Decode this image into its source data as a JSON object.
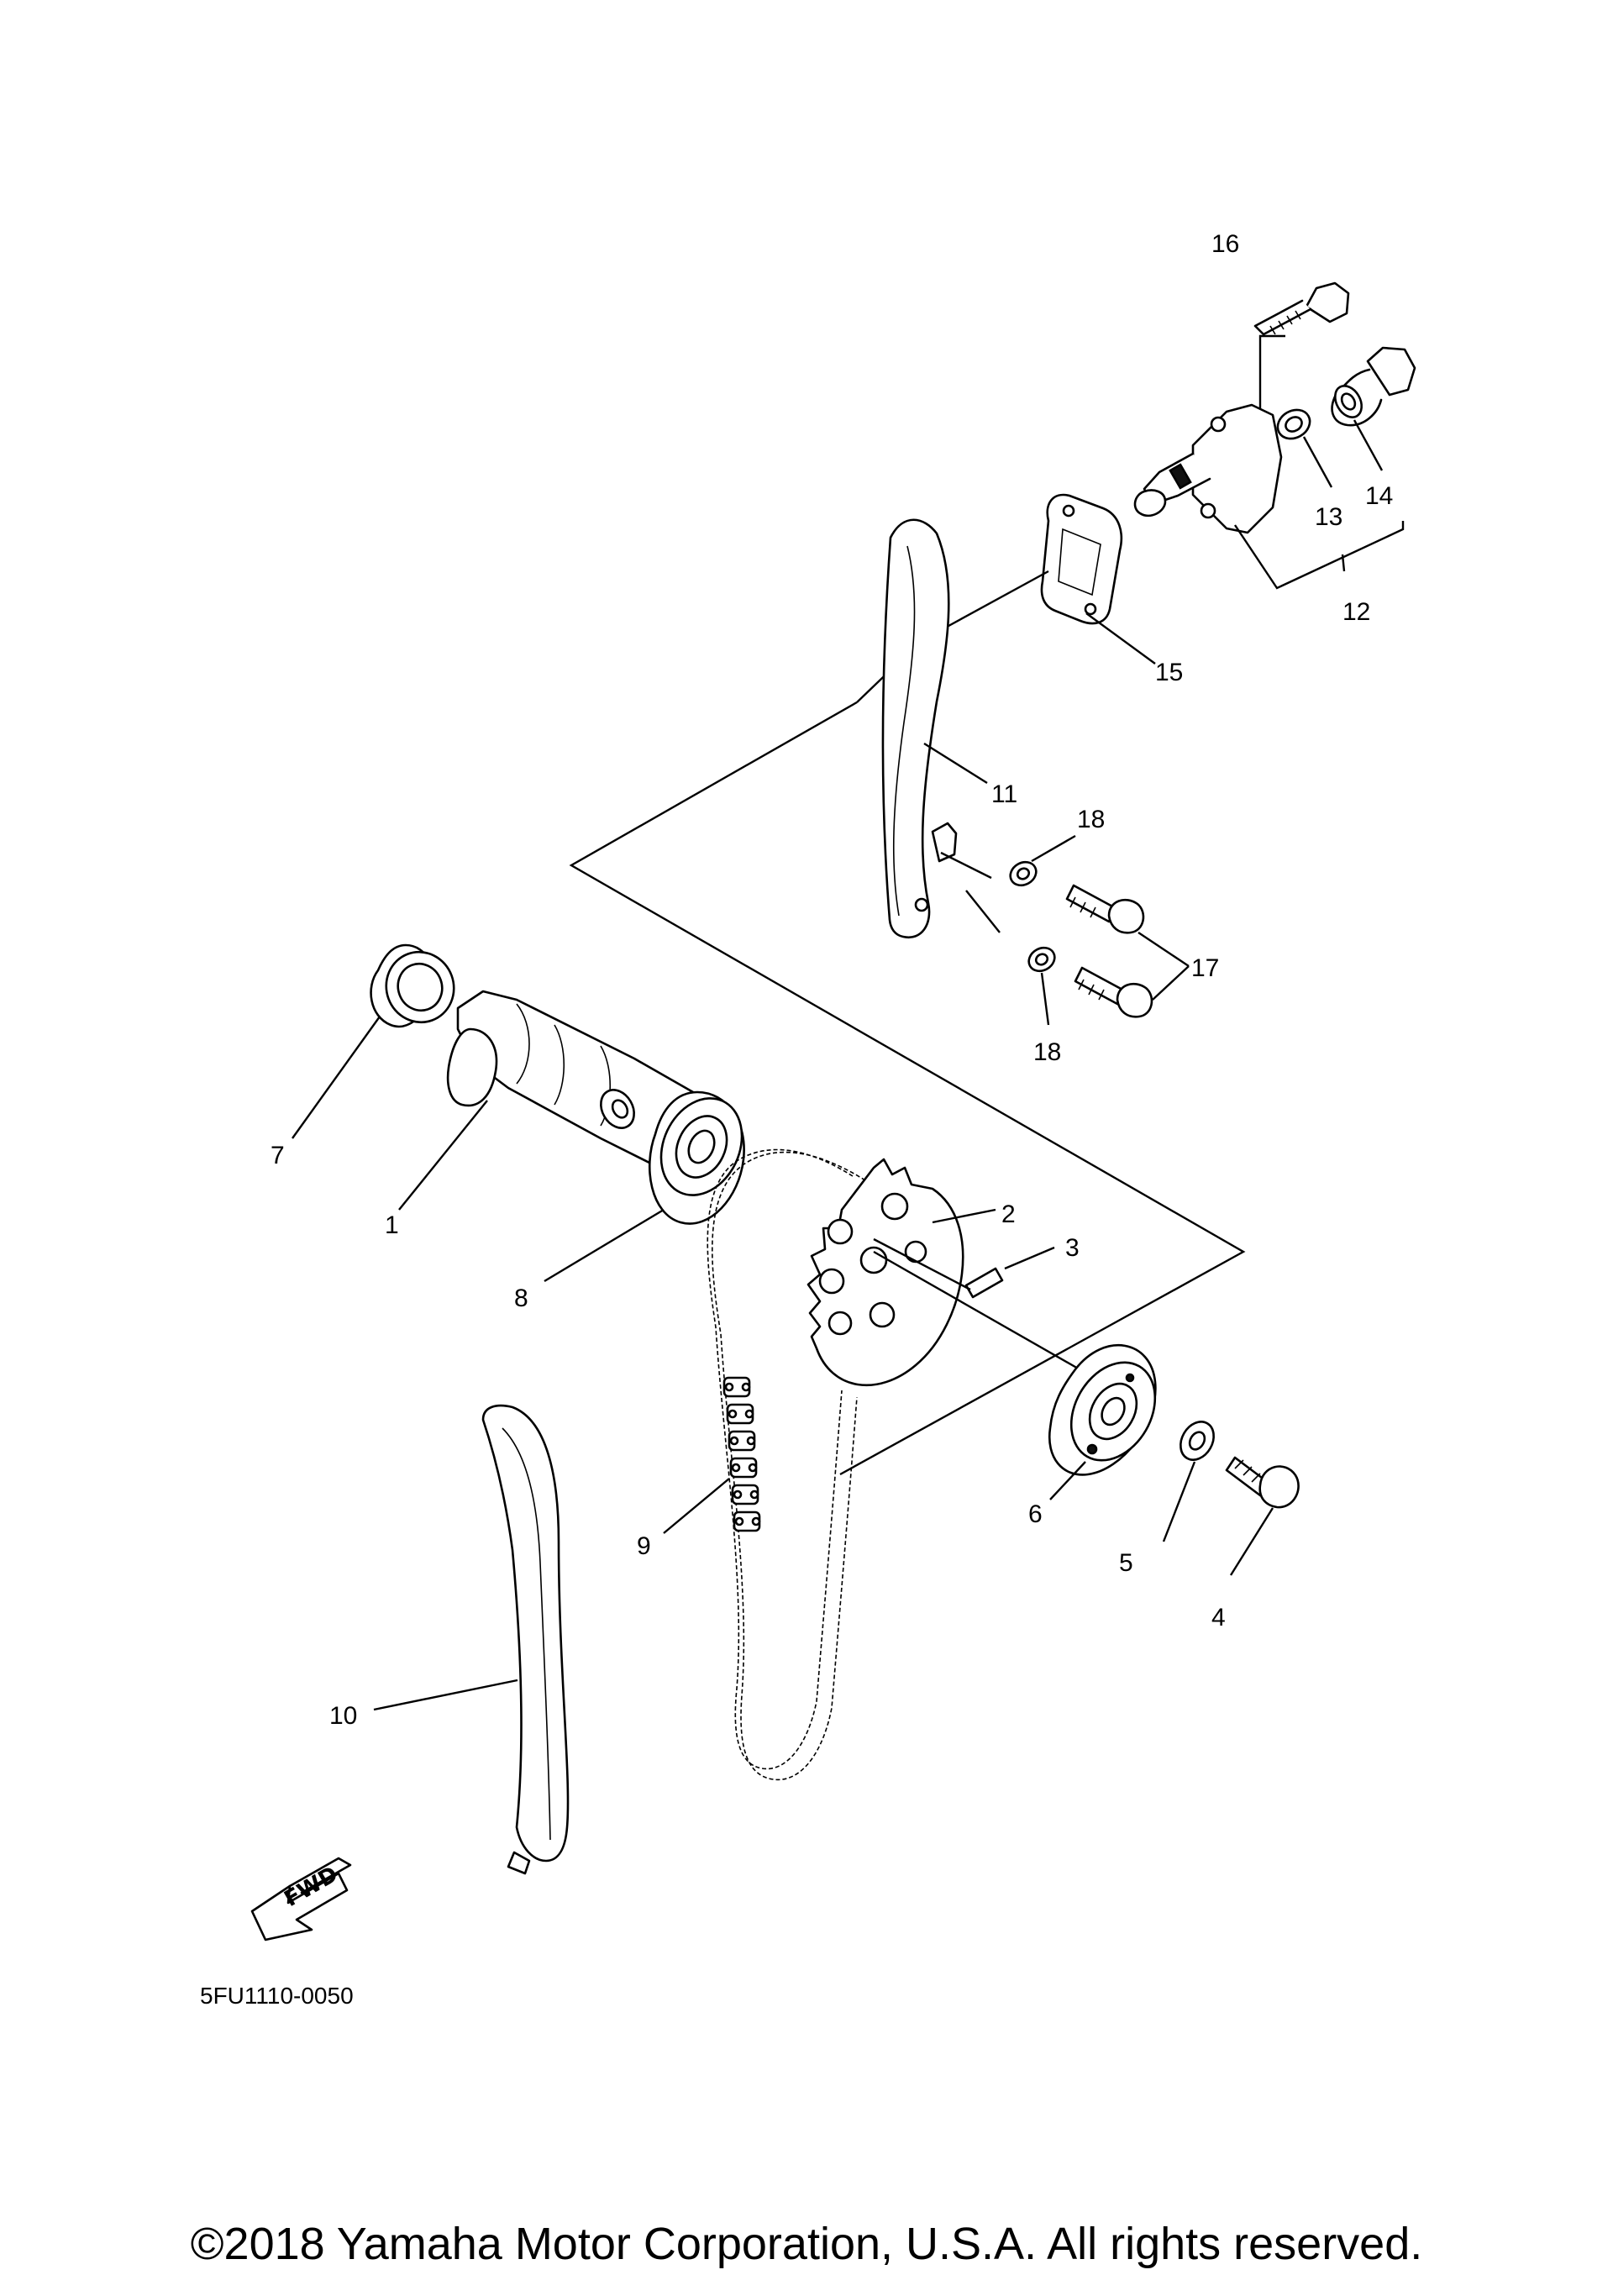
{
  "diagram": {
    "callouts": [
      "1",
      "2",
      "3",
      "4",
      "5",
      "6",
      "7",
      "8",
      "9",
      "10",
      "11",
      "12",
      "13",
      "14",
      "15",
      "16",
      "17",
      "18"
    ],
    "fwd_label": "FWD",
    "drawing_code": "5FU1110-0050"
  },
  "footer": {
    "copyright": "©2018 Yamaha Motor Corporation, U.S.A. All rights reserved."
  }
}
